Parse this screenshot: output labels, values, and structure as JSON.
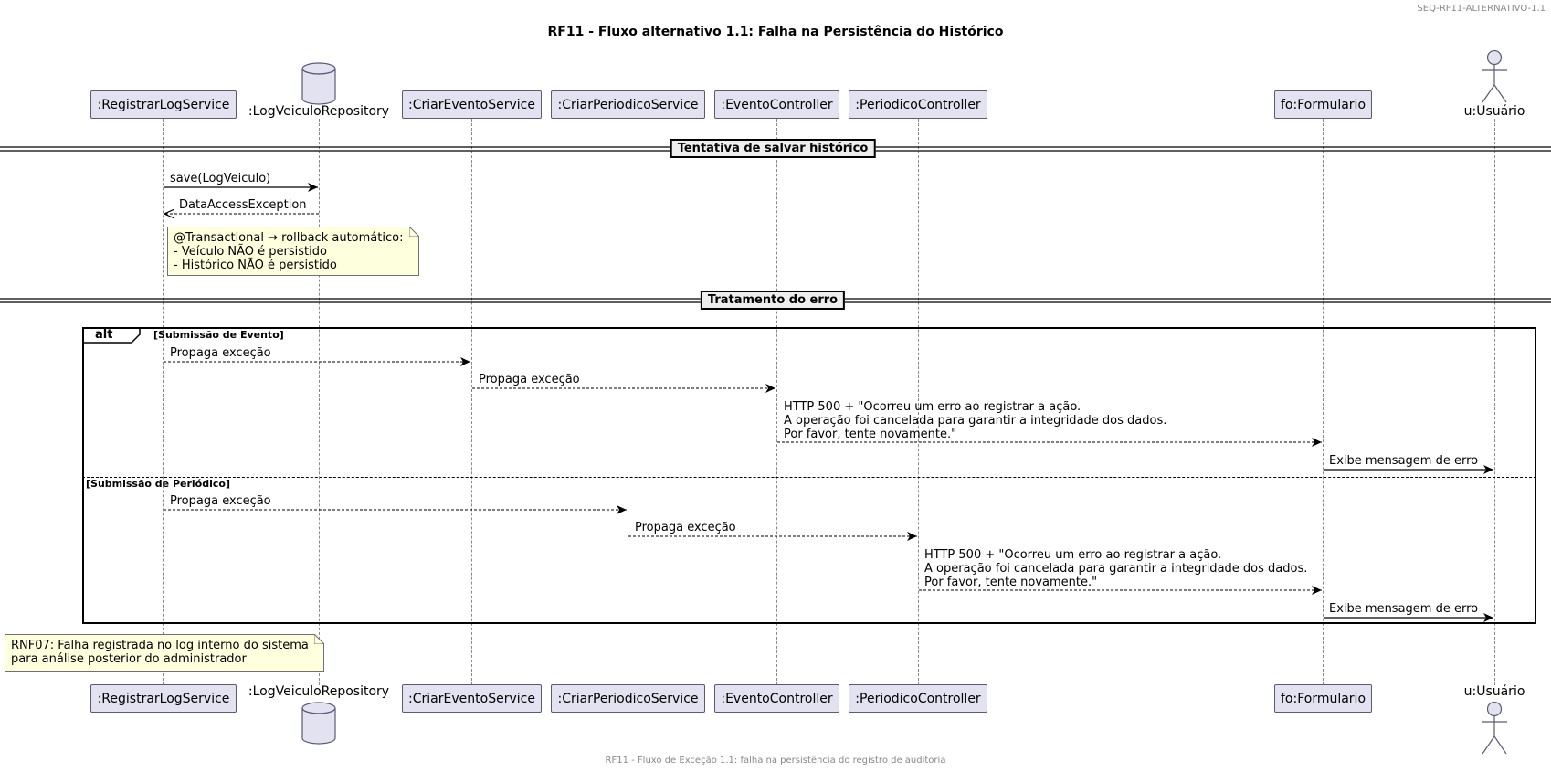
{
  "header_id": "SEQ-RF11-ALTERNATIVO-1.1",
  "title": "RF11 - Fluxo alternativo 1.1: Falha na Persistência do Histórico",
  "footer": "RF11 - Fluxo de Exceção 1.1: falha na persistência do registro de auditoria",
  "participants": [
    {
      "label": ":RegistrarLogService",
      "kind": "participant"
    },
    {
      "label": ":LogVeiculoRepository",
      "kind": "database"
    },
    {
      "label": ":CriarEventoService",
      "kind": "participant"
    },
    {
      "label": ":CriarPeriodicoService",
      "kind": "participant"
    },
    {
      "label": ":EventoController",
      "kind": "participant"
    },
    {
      "label": ":PeriodicoController",
      "kind": "participant"
    },
    {
      "label": "fo:Formulario",
      "kind": "participant"
    },
    {
      "label": "u:Usuário",
      "kind": "actor"
    }
  ],
  "separators": [
    {
      "label": "Tentativa de salvar histórico"
    },
    {
      "label": "Tratamento do erro"
    }
  ],
  "messages": [
    {
      "label": "save(LogVeiculo)",
      "from": ":RegistrarLogService",
      "to": ":LogVeiculoRepository",
      "style": "sync"
    },
    {
      "label": "DataAccessException",
      "from": ":LogVeiculoRepository",
      "to": ":RegistrarLogService",
      "style": "return"
    },
    {
      "label": "Propaga exceção",
      "from": ":RegistrarLogService",
      "to": ":CriarEventoService",
      "style": "return"
    },
    {
      "label": "Propaga exceção",
      "from": ":CriarEventoService",
      "to": ":EventoController",
      "style": "return"
    },
    {
      "label": "HTTP 500 + \"Ocorreu um erro ao registrar a ação.\nA operação foi cancelada para garantir a integridade dos dados.\nPor favor, tente novamente.\"",
      "from": ":EventoController",
      "to": "fo:Formulario",
      "style": "return"
    },
    {
      "label": "Exibe mensagem de erro",
      "from": "fo:Formulario",
      "to": "u:Usuário",
      "style": "sync"
    },
    {
      "label": "Propaga exceção",
      "from": ":RegistrarLogService",
      "to": ":CriarPeriodicoService",
      "style": "return"
    },
    {
      "label": "Propaga exceção",
      "from": ":CriarPeriodicoService",
      "to": ":PeriodicoController",
      "style": "return"
    },
    {
      "label": "HTTP 500 + \"Ocorreu um erro ao registrar a ação.\nA operação foi cancelada para garantir a integridade dos dados.\nPor favor, tente novamente.\"",
      "from": ":PeriodicoController",
      "to": "fo:Formulario",
      "style": "return"
    },
    {
      "label": "Exibe mensagem de erro",
      "from": "fo:Formulario",
      "to": "u:Usuário",
      "style": "sync"
    }
  ],
  "notes": [
    {
      "text": "@Transactional → rollback automático:\n- Veículo NÃO é persistido\n- Histórico NÃO é persistido"
    },
    {
      "text": "RNF07: Falha registrada no log interno do sistema\npara análise posterior do administrador"
    }
  ],
  "alt_fragment": {
    "operator": "alt",
    "guards": [
      "[Submissão de Evento]",
      "[Submissão de Periódico]"
    ]
  },
  "colors": {
    "participant_fill": "#E2E2F0",
    "participant_border": "#5a5a75",
    "note_fill": "#FEFFDD",
    "separator_fill": "#EEEEEE",
    "lifeline": "#888888"
  }
}
